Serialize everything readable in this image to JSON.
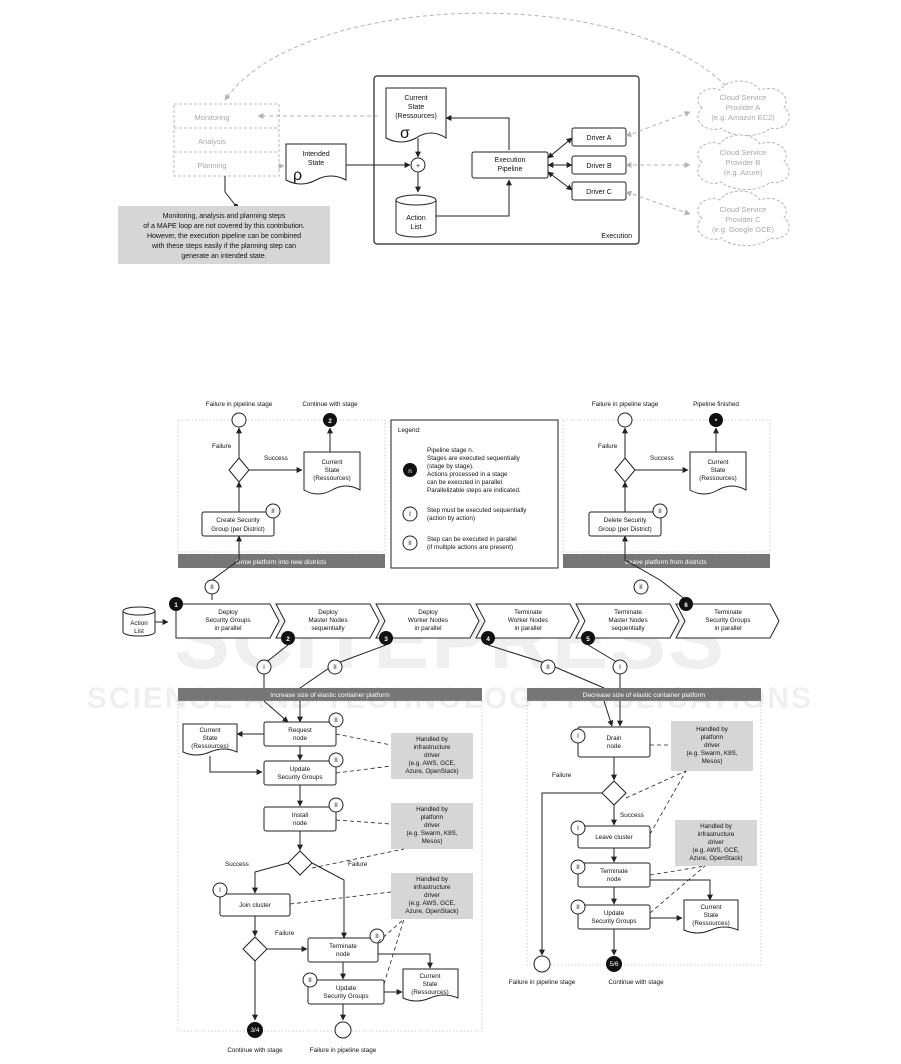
{
  "top": {
    "mape": [
      "Monitoring",
      "Analysis",
      "Planning"
    ],
    "note": [
      "Monitoring, analysis and planning steps",
      "of a MAPE loop are not covered by this contribution.",
      "However, the execution pipeline can be combined",
      "with these steps easily if the planning step can",
      "generate an intended state."
    ],
    "current_state": [
      "Current",
      "State",
      "(Ressources)"
    ],
    "sigma": "σ",
    "intended_state": [
      "Intended",
      "State"
    ],
    "rho": "ρ",
    "plus": "+",
    "action_list": [
      "Action",
      "List"
    ],
    "execution_pipeline": [
      "Execution",
      "Pipeline"
    ],
    "drivers": [
      "Driver A",
      "Driver B",
      "Driver C"
    ],
    "execution": "Execution",
    "clouds": [
      [
        "Cloud Service",
        "Provider A",
        "(e.g. Amazon EC2)"
      ],
      [
        "Cloud Service",
        "Provider B",
        "(e.g. Azure)"
      ],
      [
        "Cloud Service",
        "Provider C",
        "(e.g. Google GCE)"
      ]
    ]
  },
  "watermark": {
    "big": "SCITEPRESS",
    "small": "SCIENCE AND TECHNOLOGY PUBLICATIONS"
  },
  "pipeline": {
    "action_list": [
      "Action",
      "List"
    ],
    "stages": [
      {
        "num": "1",
        "label": [
          "Deploy",
          "Security Groups",
          "in parallel"
        ]
      },
      {
        "num": "2",
        "label": [
          "Deploy",
          "Master Nodes",
          "sequentially"
        ]
      },
      {
        "num": "3",
        "label": [
          "Deploy",
          "Worker Nodes",
          "in parallel"
        ]
      },
      {
        "num": "4",
        "label": [
          "Terminate",
          "Worker Nodes",
          "in parallel"
        ]
      },
      {
        "num": "5",
        "label": [
          "Terminate",
          "Master Nodes",
          "sequentially"
        ]
      },
      {
        "num": "6",
        "label": [
          "Terminate",
          "Security Groups",
          "in parallel"
        ]
      }
    ]
  },
  "grow": {
    "banner": "Grow platform into new districts",
    "failure_top": "Failure in pipeline stage",
    "continue_top": "Continue with stage",
    "continue_num": "2",
    "failure": "Failure",
    "success": "Success",
    "current_state": [
      "Current",
      "State",
      "(Ressources)"
    ],
    "action": [
      "Create Security",
      "Group (per District)"
    ]
  },
  "leave": {
    "banner": "Leave platform from districts",
    "failure_top": "Failure in pipeline stage",
    "finished": "Pipeline finished",
    "finished_num": "*",
    "failure": "Failure",
    "success": "Success",
    "current_state": [
      "Current",
      "State",
      "(Ressources)"
    ],
    "action": [
      "Delete Security",
      "Group (per District)"
    ]
  },
  "legend": {
    "title": "Legend:",
    "n": "n",
    "n_text": [
      "Pipeline stage n.",
      "Stages are executed sequentially",
      "(stage by stage).",
      "Actions processed in a stage",
      "can be executed in parallel.",
      "Parallelizable steps are indicated."
    ],
    "i": "I",
    "i_text": [
      "Step must be executed sequentially",
      "(action by action)"
    ],
    "ii": "II",
    "ii_text": [
      "Step can be executed in parallel",
      "(if multiple actions are present)"
    ]
  },
  "increase": {
    "banner": "Increase size of elastic container platform",
    "current_state": [
      "Current",
      "State",
      "(Ressources)"
    ],
    "request": [
      "Request",
      "node"
    ],
    "update_sg": [
      "Update",
      "Security Groups"
    ],
    "install": [
      "Install",
      "node"
    ],
    "join": "Join cluster",
    "terminate": [
      "Terminate",
      "node"
    ],
    "update_sg2": [
      "Update",
      "Security Groups"
    ],
    "current_state2": [
      "Current",
      "State",
      "(Ressources)"
    ],
    "note_infra": [
      "Handled by",
      "infrastructure",
      "driver",
      "(e.g. AWS, GCE,",
      "Azure, OpenStack)"
    ],
    "note_platform": [
      "Handled by",
      "platform",
      "driver",
      "(e.g. Swarm, K8S,",
      "Mesos)"
    ],
    "note_infra2": [
      "Handled by",
      "infrastructure",
      "driver",
      "(e.g. AWS, GCE,",
      "Azure, OpenStack)"
    ],
    "success": "Success",
    "failure": "Failure",
    "failure2": "Failure",
    "continue_num": "3/4",
    "continue": "Continue with stage",
    "failure_end": "Failure in pipeline stage"
  },
  "decrease": {
    "banner": "Decrease size of elastic container platform",
    "drain": [
      "Drain",
      "node"
    ],
    "leave": "Leave cluster",
    "terminate": [
      "Terminate",
      "node"
    ],
    "update_sg": [
      "Update",
      "Security Groups"
    ],
    "current_state": [
      "Current",
      "State",
      "(Ressources)"
    ],
    "note_platform": [
      "Handled by",
      "platform",
      "driver",
      "(e.g. Swarm, K8S,",
      "Mesos)"
    ],
    "note_infra": [
      "Handled by",
      "infrastructure",
      "driver",
      "(e.g. AWS, GCE,",
      "Azure, OpenStack)"
    ],
    "failure": "Failure",
    "success": "Success",
    "failure_end": "Failure in pipeline stage",
    "continue_num": "5/6",
    "continue": "Continue with stage"
  },
  "markers": {
    "seq": "I",
    "par": "II"
  }
}
